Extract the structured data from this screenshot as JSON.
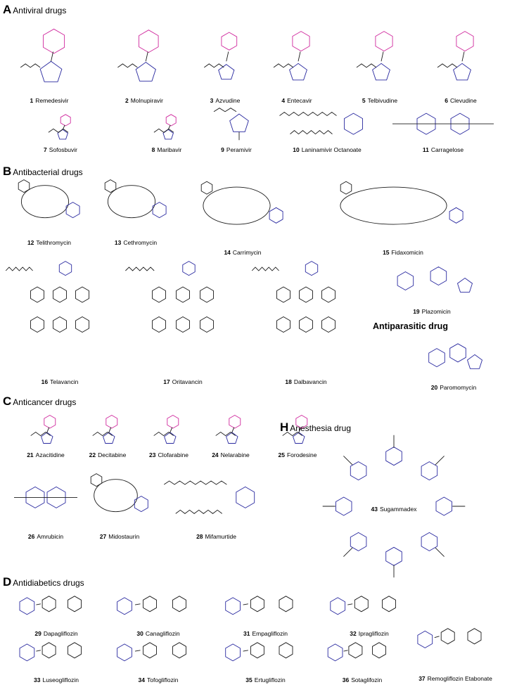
{
  "colors": {
    "bond": "#1a1a1a",
    "sugar": "#2a2aa0",
    "base": "#d02a9e"
  },
  "sections": [
    {
      "letter": "A",
      "title": "Antiviral drugs"
    },
    {
      "letter": "B",
      "title": "Antibacterial drugs"
    },
    {
      "letter": "C",
      "title": "Anticancer drugs"
    },
    {
      "letter": "D",
      "title": "Antidiabetics drugs"
    },
    {
      "letter": "H",
      "title": "Anesthesia drug"
    }
  ],
  "antiparasitic_heading": "Antiparasitic drug",
  "compounds": [
    {
      "num": "1",
      "name": "Remedesivir"
    },
    {
      "num": "2",
      "name": "Molnupiravir"
    },
    {
      "num": "3",
      "name": "Azvudine"
    },
    {
      "num": "4",
      "name": "Entecavir"
    },
    {
      "num": "5",
      "name": "Telbivudine"
    },
    {
      "num": "6",
      "name": "Clevudine"
    },
    {
      "num": "7",
      "name": "Sofosbuvir"
    },
    {
      "num": "8",
      "name": "Maribavir"
    },
    {
      "num": "9",
      "name": "Peramivir"
    },
    {
      "num": "10",
      "name": "Laninamivir Octanoate"
    },
    {
      "num": "11",
      "name": "Carragelose"
    },
    {
      "num": "12",
      "name": "Telithromycin"
    },
    {
      "num": "13",
      "name": "Cethromycin"
    },
    {
      "num": "14",
      "name": "Carrimycin"
    },
    {
      "num": "15",
      "name": "Fidaxomicin"
    },
    {
      "num": "16",
      "name": "Telavancin"
    },
    {
      "num": "17",
      "name": "Oritavancin"
    },
    {
      "num": "18",
      "name": "Dalbavancin"
    },
    {
      "num": "19",
      "name": "Plazomicin"
    },
    {
      "num": "20",
      "name": "Paromomycin"
    },
    {
      "num": "21",
      "name": "Azacitidine"
    },
    {
      "num": "22",
      "name": "Decitabine"
    },
    {
      "num": "23",
      "name": "Clofarabine"
    },
    {
      "num": "24",
      "name": "Nelarabine"
    },
    {
      "num": "25",
      "name": "Forodesine"
    },
    {
      "num": "26",
      "name": "Amrubicin"
    },
    {
      "num": "27",
      "name": "Midostaurin"
    },
    {
      "num": "28",
      "name": "Mifamurtide"
    },
    {
      "num": "29",
      "name": "Dapagliflozin"
    },
    {
      "num": "30",
      "name": "Canagliflozin"
    },
    {
      "num": "31",
      "name": "Empagliflozin"
    },
    {
      "num": "32",
      "name": "Ipragliflozin"
    },
    {
      "num": "33",
      "name": "Luseogliflozin"
    },
    {
      "num": "34",
      "name": "Tofogliflozin"
    },
    {
      "num": "35",
      "name": "Ertugliflozin"
    },
    {
      "num": "36",
      "name": "Sotaglifozin"
    },
    {
      "num": "37",
      "name": "Remogliflozin Etabonate"
    },
    {
      "num": "43",
      "name": "Sugammadex"
    }
  ]
}
